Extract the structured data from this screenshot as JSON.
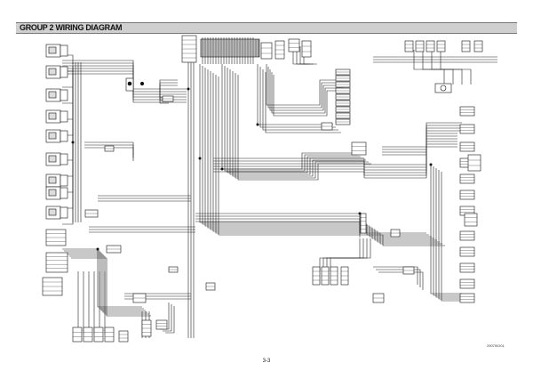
{
  "header": {
    "title": "GROUP  2  WIRING DIAGRAM"
  },
  "diagram": {
    "style": {
      "wire": "#222222",
      "box": "#111111",
      "fill": "#ffffff"
    },
    "component_groups": [
      "left-connector-column",
      "fuse-and-relay-panel",
      "top-right-switch-cluster",
      "right-connector-column",
      "bottom-connector-cluster",
      "bottom-center-sensor-row",
      "central-harness"
    ]
  },
  "footer": {
    "drawing_id": "29070IG01",
    "page_number": "3-3"
  }
}
